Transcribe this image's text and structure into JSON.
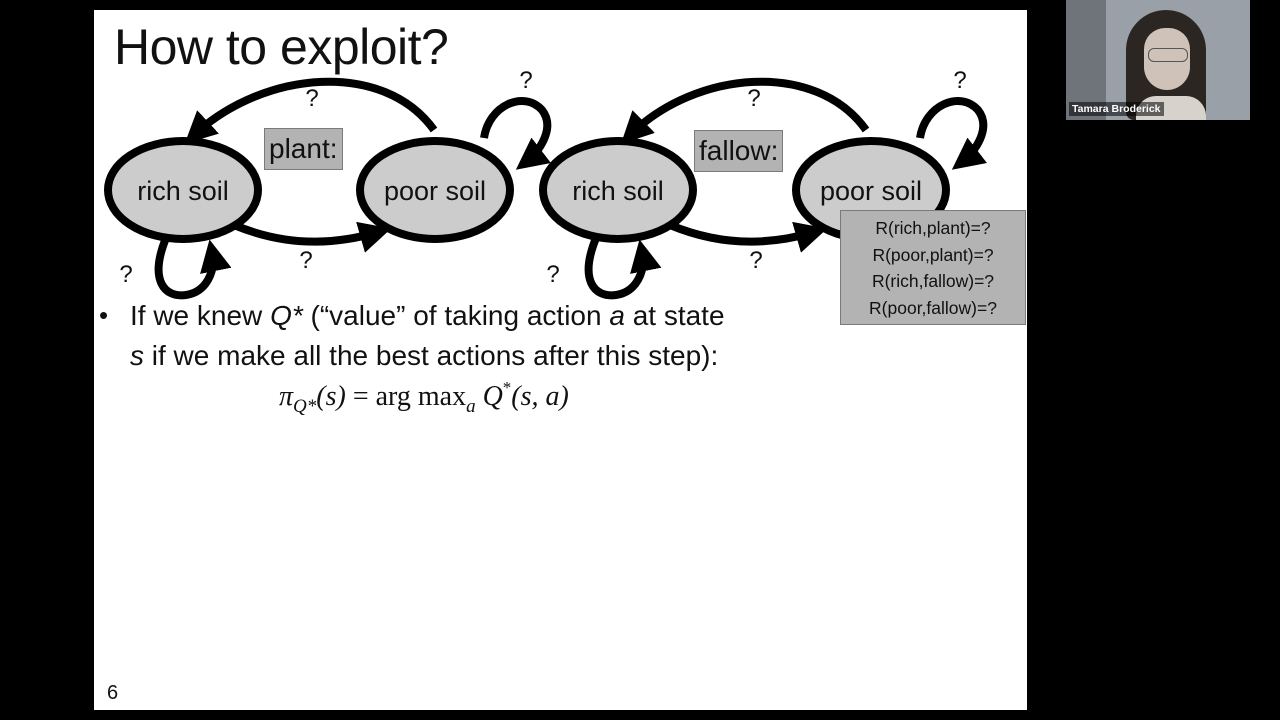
{
  "slide": {
    "title": "How to exploit?",
    "page_number": "6",
    "diagrams": {
      "left": {
        "action_label": "plant:",
        "state_rich": "rich soil",
        "state_poor": "poor soil",
        "q_top": "?",
        "q_poor_loop": "?",
        "q_bottom": "?",
        "q_rich_loop": "?"
      },
      "right": {
        "action_label": "fallow:",
        "state_rich": "rich soil",
        "state_poor": "poor soil",
        "q_top": "?",
        "q_poor_loop": "?",
        "q_bottom": "?",
        "q_rich_loop": "?"
      }
    },
    "rewards": [
      "R(rich,plant)=?",
      "R(poor,plant)=?",
      "R(rich,fallow)=?",
      "R(poor,fallow)=?"
    ],
    "bullet": {
      "line1_pre": "If we knew ",
      "line1_q": "Q*",
      "line1_mid": " (“value” of taking action ",
      "line1_a": "a",
      "line1_post": " at state",
      "line2_s": "s",
      "line2_post": " if we make all the best actions after this step):"
    },
    "formula": {
      "pi": "π",
      "pi_sub": "Q*",
      "lhs_arg": "(s)",
      "equals": " = ",
      "argmax": "arg max",
      "argmax_sub": "a",
      "q": "Q",
      "q_sup": "*",
      "rhs_args": "(s, a)"
    }
  },
  "webcam": {
    "participant_name": "Tamara Broderick"
  },
  "colors": {
    "background": "#000000",
    "slide": "#ffffff",
    "state_fill": "#cccccc",
    "label_box": "#b3b3b3"
  }
}
